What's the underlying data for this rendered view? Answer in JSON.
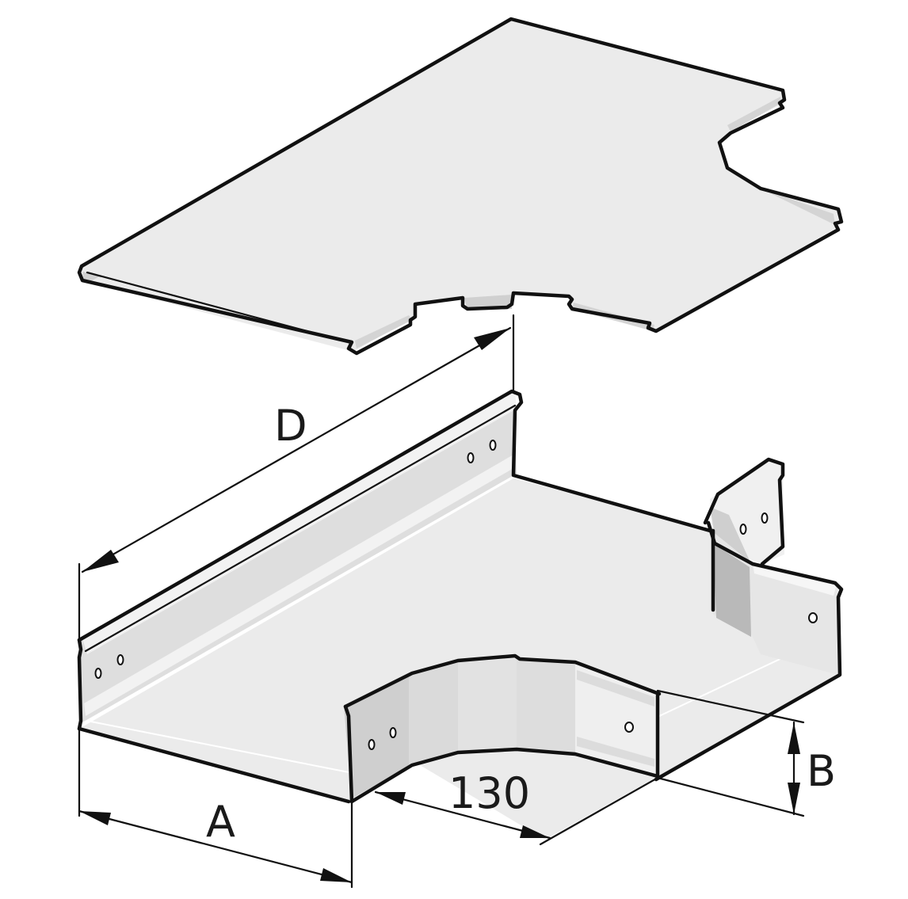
{
  "diagram": {
    "subject": "Cable tray T-piece with separate cover",
    "parts": [
      {
        "id": "cover",
        "label": "T-piece cover"
      },
      {
        "id": "tray",
        "label": "T-piece tray"
      }
    ],
    "dimensions": {
      "D": {
        "label": "D"
      },
      "A": {
        "label": "A"
      },
      "B": {
        "label": "B"
      },
      "radius": {
        "label": "130"
      }
    },
    "colors": {
      "background": "#ffffff",
      "outline": "#111111",
      "surface_light": "#ebebeb",
      "surface_mid": "#dcdcdc",
      "surface_dark": "#c8c8c8",
      "highlight": "#f6f6f6",
      "label": "#1a1a1a"
    }
  }
}
